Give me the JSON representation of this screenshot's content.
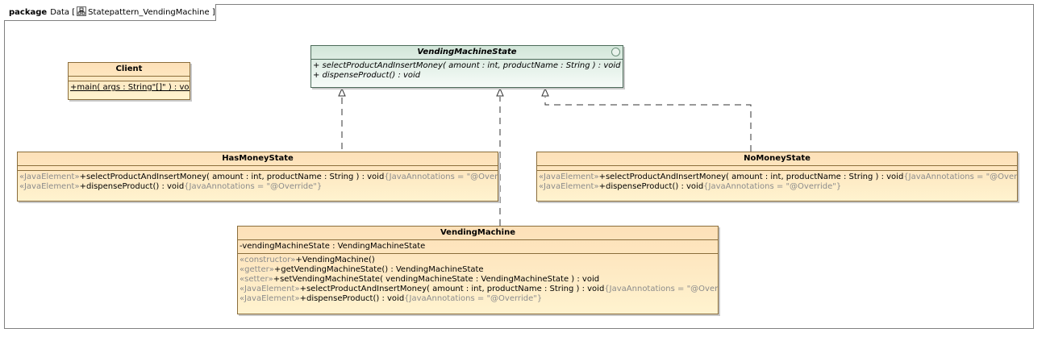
{
  "frame": {
    "keyword": "package",
    "name": "Data",
    "diagram_name": "Statepattern_VendingMachine",
    "bracket_open": "[",
    "bracket_close": "]"
  },
  "classes": {
    "client": {
      "name": "Client",
      "operations": [
        {
          "text": "+main( args : String\"[]\" ) : void"
        }
      ]
    },
    "vending_machine_state": {
      "name": "VendingMachineState",
      "operations": [
        {
          "text": "+ selectProductAndInsertMoney( amount : int, productName : String ) : void"
        },
        {
          "text": "+ dispenseProduct() : void"
        }
      ]
    },
    "has_money_state": {
      "name": "HasMoneyState",
      "operations": [
        {
          "stereotype": "«JavaElement»",
          "signature": "+selectProductAndInsertMoney( amount : int, productName : String ) : void",
          "tag": "{JavaAnnotations = \"@Override\"}"
        },
        {
          "stereotype": "«JavaElement»",
          "signature": "+dispenseProduct() : void",
          "tag": "{JavaAnnotations = \"@Override\"}"
        }
      ]
    },
    "no_money_state": {
      "name": "NoMoneyState",
      "operations": [
        {
          "stereotype": "«JavaElement»",
          "signature": "+selectProductAndInsertMoney( amount : int, productName : String ) : void",
          "tag": "{JavaAnnotations = \"@Override\"}"
        },
        {
          "stereotype": "«JavaElement»",
          "signature": "+dispenseProduct() : void",
          "tag": "{JavaAnnotations = \"@Override\"}"
        }
      ]
    },
    "vending_machine": {
      "name": "VendingMachine",
      "attributes": [
        {
          "text": "-vendingMachineState : VendingMachineState"
        }
      ],
      "operations": [
        {
          "stereotype": "«constructor»",
          "signature": "+VendingMachine()",
          "tag": ""
        },
        {
          "stereotype": "«getter»",
          "signature": "+getVendingMachineState() : VendingMachineState",
          "tag": ""
        },
        {
          "stereotype": "«setter»",
          "signature": "+setVendingMachineState( vendingMachineState : VendingMachineState ) : void",
          "tag": ""
        },
        {
          "stereotype": "«JavaElement»",
          "signature": "+selectProductAndInsertMoney( amount : int, productName : String ) : void",
          "tag": "{JavaAnnotations = \"@Override\"}"
        },
        {
          "stereotype": "«JavaElement»",
          "signature": "+dispenseProduct() : void",
          "tag": "{JavaAnnotations = \"@Override\"}"
        }
      ]
    }
  },
  "relationships": [
    {
      "type": "realization",
      "from": "HasMoneyState",
      "to": "VendingMachineState"
    },
    {
      "type": "realization",
      "from": "VendingMachine",
      "to": "VendingMachineState"
    },
    {
      "type": "realization",
      "from": "NoMoneyState",
      "to": "VendingMachineState"
    }
  ],
  "icons": {
    "diagram": "class-diagram-icon",
    "interface": "interface-circle-icon"
  },
  "colors": {
    "class_fill": "#fde0b8",
    "interface_fill": "#d2e6d9",
    "stereotype_text": "#8c8c8c"
  }
}
